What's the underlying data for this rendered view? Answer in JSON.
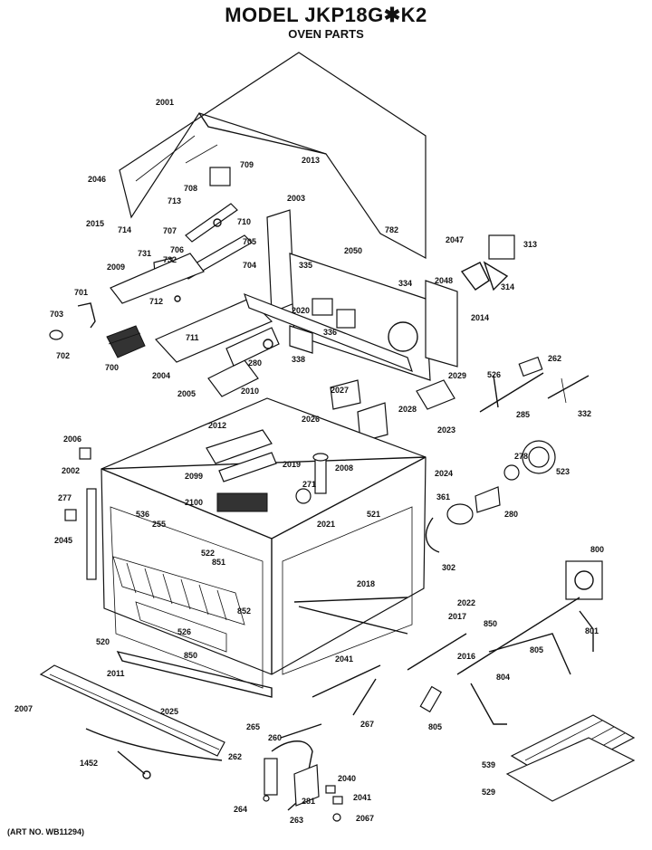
{
  "header": {
    "title": "MODEL JKP18G✱K2",
    "subtitle": "OVEN PARTS"
  },
  "footer": {
    "art_no": "(ART NO. WB11294)"
  },
  "callouts": {
    "c2001": "2001",
    "c2013": "2013",
    "c709": "709",
    "c2046": "2046",
    "c708": "708",
    "c713": "713",
    "c2015": "2015",
    "c714": "714",
    "c707": "707",
    "c710": "710",
    "c2003": "2003",
    "c782": "782",
    "c2047": "2047",
    "c313": "313",
    "c706": "706",
    "c705": "705",
    "c731": "731",
    "c732": "732",
    "c704": "704",
    "c2009": "2009",
    "c335": "335",
    "c2050": "2050",
    "c334": "334",
    "c2048": "2048",
    "c314": "314",
    "c701": "701",
    "c712": "712",
    "c711": "711",
    "c703": "703",
    "c702": "702",
    "c700": "700",
    "c2020": "2020",
    "c336": "336",
    "c2014": "2014",
    "c280": "280",
    "c338": "338",
    "c2004": "2004",
    "c2010": "2010",
    "c2005": "2005",
    "c2027": "2027",
    "c2029": "2029",
    "c526": "526",
    "c262": "262",
    "c2028": "2028",
    "c285": "285",
    "c332": "332",
    "c2026": "2026",
    "c2023": "2023",
    "c2006": "2006",
    "c2012": "2012",
    "c278": "278",
    "c2002": "2002",
    "c2019": "2019",
    "c2008": "2008",
    "c2024": "2024",
    "c523": "523",
    "c2099": "2099",
    "c271": "271",
    "c521": "521",
    "c277": "277",
    "c2100": "2100",
    "c361": "361",
    "c280b": "280",
    "c536": "536",
    "c2021": "2021",
    "c2045": "2045",
    "c255": "255",
    "c302": "302",
    "c522": "522",
    "c851": "851",
    "c800": "800",
    "c2018": "2018",
    "c2022": "2022",
    "c2017": "2017",
    "c852": "852",
    "c850": "850",
    "c526b": "526",
    "c801": "801",
    "c520": "520",
    "c2016": "2016",
    "c850b": "850",
    "c805": "805",
    "c2041": "2041",
    "c2011": "2011",
    "c804": "804",
    "c2007": "2007",
    "c2025": "2025",
    "c267": "267",
    "c805b": "805",
    "c265": "265",
    "c260": "260",
    "c1452": "1452",
    "c262b": "262",
    "c539": "539",
    "c2040": "2040",
    "c529": "529",
    "c281": "281",
    "c2041b": "2041",
    "c264": "264",
    "c263": "263",
    "c2067": "2067"
  }
}
